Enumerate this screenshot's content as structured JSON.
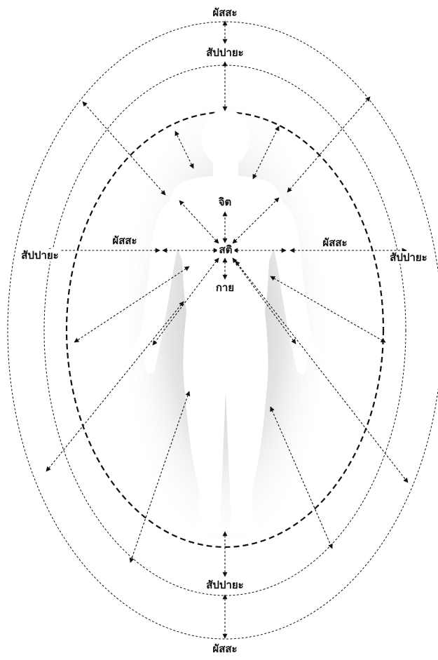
{
  "labels": {
    "top_outer": "ผัสสะ",
    "top_inner": "สัปปายะ",
    "left_inner": "ผัสสะ",
    "left_outer": "สัปปายะ",
    "right_inner": "ผัสสะ",
    "right_outer": "สัปปายะ",
    "bottom_inner": "สัปปายะ",
    "bottom_outer": "ผัสสะ",
    "center": "สติ",
    "mind": "จิต",
    "body": "กาย"
  },
  "colors": {
    "background": "#ffffff",
    "ink": "#111111",
    "figure": "#ffffff",
    "figure_shadow": "#9a9a9a"
  },
  "icons": [
    "human-figure-silhouette",
    "double-headed-arrow"
  ]
}
